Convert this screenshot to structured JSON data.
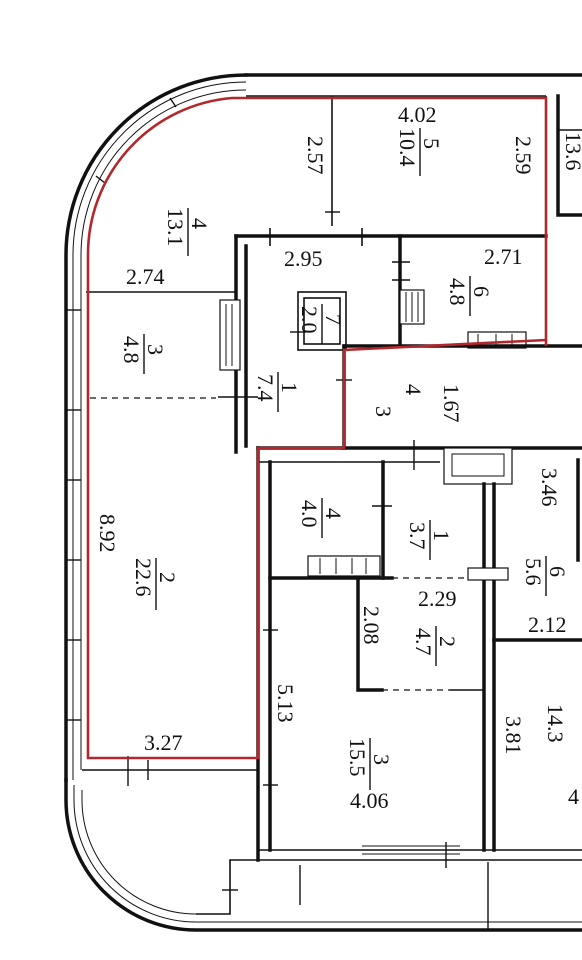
{
  "floor_plan": {
    "dimensions": [
      {
        "id": "d-4-02",
        "text": "4.02"
      },
      {
        "id": "d-2-57",
        "text": "2.57"
      },
      {
        "id": "d-2-59",
        "text": "2.59"
      },
      {
        "id": "d-2-74",
        "text": "2.74"
      },
      {
        "id": "d-2-95",
        "text": "2.95"
      },
      {
        "id": "d-2-71",
        "text": "2.71"
      },
      {
        "id": "d-1-67",
        "text": "1.67"
      },
      {
        "id": "d-3-46",
        "text": "3.46"
      },
      {
        "id": "d-8-92",
        "text": "8.92"
      },
      {
        "id": "d-2-29",
        "text": "2.29"
      },
      {
        "id": "d-2-08",
        "text": "2.08"
      },
      {
        "id": "d-2-12",
        "text": "2.12"
      },
      {
        "id": "d-5-13",
        "text": "5.13"
      },
      {
        "id": "d-3-81",
        "text": "3.81"
      },
      {
        "id": "d-3-27",
        "text": "3.27"
      },
      {
        "id": "d-4-06",
        "text": "4.06"
      },
      {
        "id": "d-4-partial",
        "text": "4"
      },
      {
        "id": "d-13-partial",
        "text": "13.6"
      }
    ],
    "rooms": [
      {
        "id": "r-4-13-1",
        "number": "4",
        "area": "13.1"
      },
      {
        "id": "r-5-10-4",
        "number": "5",
        "area": "10.4"
      },
      {
        "id": "r-6-4-8",
        "number": "6",
        "area": "4.8"
      },
      {
        "id": "r-7-2-0",
        "number": "7",
        "area": "2.0"
      },
      {
        "id": "r-3-4-8",
        "number": "3",
        "area": "4.8"
      },
      {
        "id": "r-1-7-4",
        "number": "1",
        "area": "7.4"
      },
      {
        "id": "r-4-3",
        "number": "4",
        "area": "3"
      },
      {
        "id": "r-2-22-6",
        "number": "2",
        "area": "22.6"
      },
      {
        "id": "r-4-4-0",
        "number": "4",
        "area": "4.0"
      },
      {
        "id": "r-1-3-7",
        "number": "1",
        "area": "3.7"
      },
      {
        "id": "r-6-5-6",
        "number": "6",
        "area": "5.6"
      },
      {
        "id": "r-2-4-7",
        "number": "2",
        "area": "4.7"
      },
      {
        "id": "r-3-15-5",
        "number": "3",
        "area": "15.5"
      },
      {
        "id": "r-14-3",
        "number": "",
        "area": "14.3"
      }
    ],
    "colors": {
      "outline": "#b3282d",
      "walls": "#111111"
    }
  }
}
